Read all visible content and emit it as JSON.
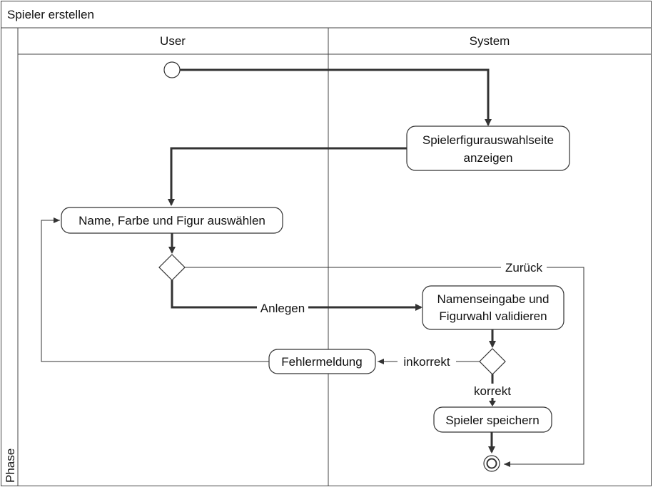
{
  "diagram": {
    "title": "Spieler erstellen",
    "phase_label": "Phase",
    "lanes": [
      {
        "label": "User"
      },
      {
        "label": "System"
      }
    ],
    "nodes": {
      "show_page": {
        "line1": "Spielerfiguraus­wahlseite",
        "line2": "anzeigen"
      },
      "select": {
        "label": "Name, Farbe und Figur auswählen"
      },
      "validate": {
        "line1": "Namenseingabe und",
        "line2": "Figurwahl validieren"
      },
      "error": {
        "label": "Fehlermeldung"
      },
      "save": {
        "label": "Spieler speichern"
      }
    },
    "edge_labels": {
      "back": "Zurück",
      "create": "Anlegen",
      "incorrect": "inkorrekt",
      "correct": "korrekt"
    },
    "colors": {
      "stroke": "#333333",
      "text": "#111111",
      "background": "#ffffff"
    }
  }
}
